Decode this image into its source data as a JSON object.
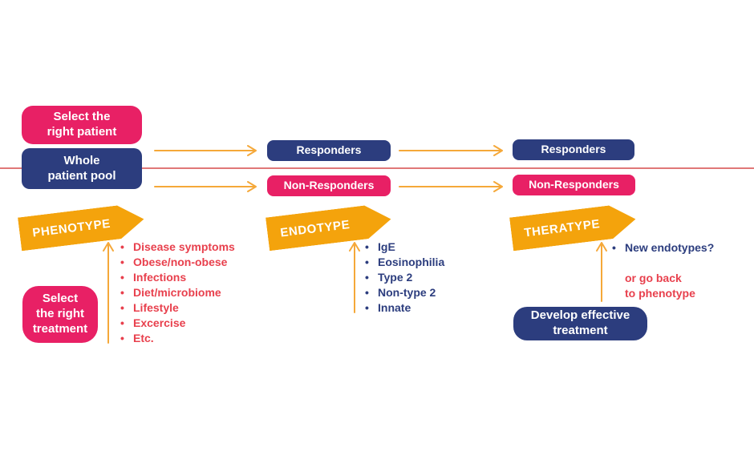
{
  "colors": {
    "pink": "#E82065",
    "navy": "#2C3D7E",
    "orange": "#F4A30C",
    "arrow": "#F5A839",
    "red": "#E8404D",
    "line": "#E07878"
  },
  "flow": {
    "select_patient": "Select the\nright patient",
    "whole_pool": "Whole\npatient pool",
    "responders_1": "Responders",
    "non_responders_1": "Non-Responders",
    "responders_2": "Responders",
    "non_responders_2": "Non-Responders",
    "select_treatment": "Select\nthe right\ntreatment",
    "develop_treatment": "Develop effective\ntreatment"
  },
  "stages": {
    "phenotype": {
      "banner": "PHENOTYPE",
      "items": [
        "Disease symptoms",
        "Obese/non-obese",
        "Infections",
        "Diet/microbiome",
        "Lifestyle",
        "Excercise",
        "Etc."
      ]
    },
    "endotype": {
      "banner": "ENDOTYPE",
      "items": [
        "IgE",
        "Eosinophilia",
        "Type 2",
        "Non-type 2",
        "Innate"
      ]
    },
    "theratype": {
      "banner": "THERATYPE",
      "items": [
        "New endotypes?"
      ],
      "note": "or go back\nto phenotype"
    }
  }
}
